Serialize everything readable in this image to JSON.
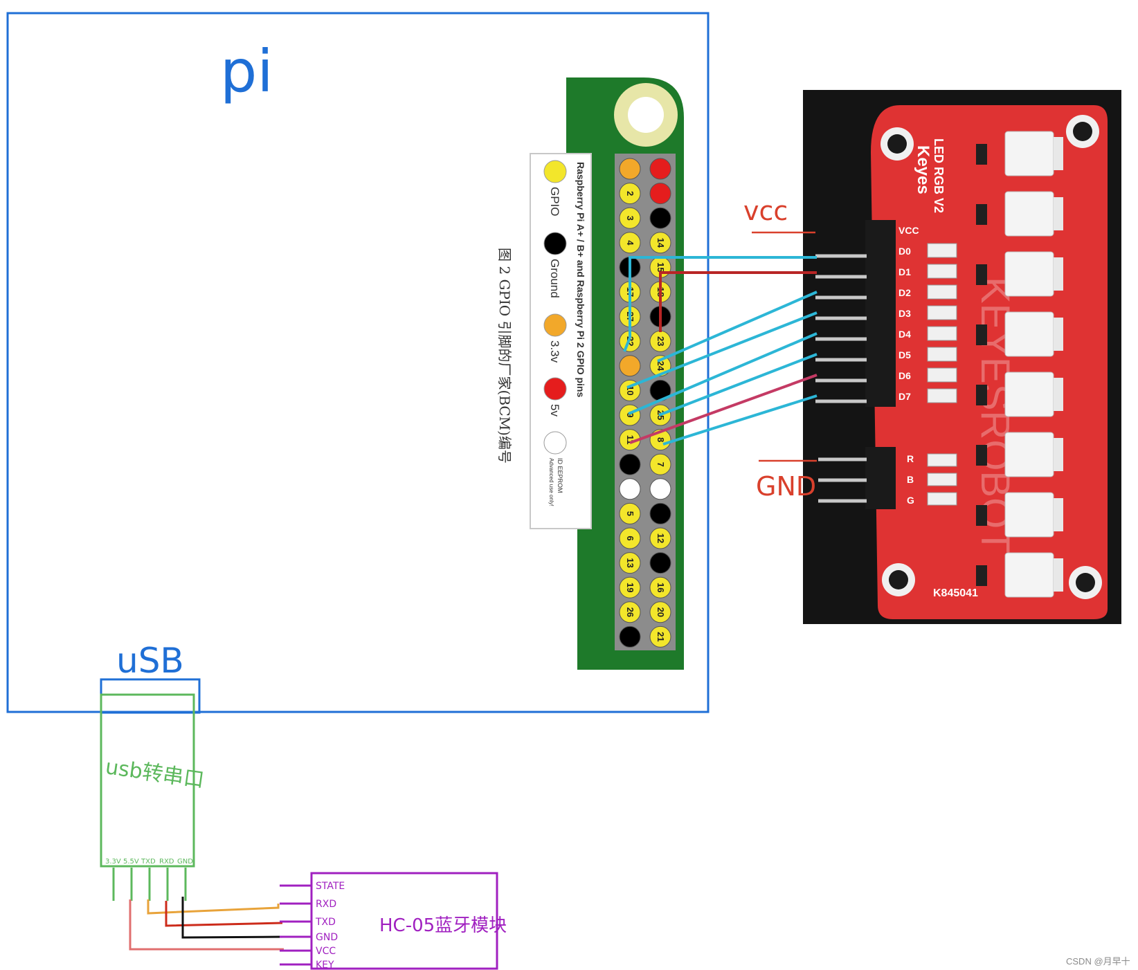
{
  "labels": {
    "pi": "pi",
    "usb": "uSB",
    "vcc": "vcc",
    "gnd": "GND",
    "usb_converter": "usb转串口",
    "bt_module": "HC-05蓝牙模块",
    "watermark": "CSDN @月早十",
    "figure_caption": "图 2 GPIO 引脚的厂家(BCM)编号"
  },
  "gpio_header": {
    "title": "Raspberry Pi A+ / B+ and Raspberry Pi 2 GPIO pins",
    "legend": [
      {
        "label": "GPIO",
        "color": "#f3e62b"
      },
      {
        "label": "Ground",
        "color": "#000000"
      },
      {
        "label": "3.3v",
        "color": "#f2a82a"
      },
      {
        "label": "5v",
        "color": "#e51d1d"
      },
      {
        "label": "ID EEPROM",
        "sub": "Advanced use only!",
        "color": "#ffffff"
      }
    ],
    "inner_column": [
      {
        "t": "",
        "c": "#f2a82a"
      },
      {
        "t": "2",
        "c": "#f3e62b"
      },
      {
        "t": "3",
        "c": "#f3e62b"
      },
      {
        "t": "4",
        "c": "#f3e62b"
      },
      {
        "t": "",
        "c": "#000000"
      },
      {
        "t": "17",
        "c": "#f3e62b"
      },
      {
        "t": "27",
        "c": "#f3e62b"
      },
      {
        "t": "22",
        "c": "#f3e62b"
      },
      {
        "t": "",
        "c": "#f2a82a"
      },
      {
        "t": "10",
        "c": "#f3e62b"
      },
      {
        "t": "9",
        "c": "#f3e62b"
      },
      {
        "t": "11",
        "c": "#f3e62b"
      },
      {
        "t": "",
        "c": "#000000"
      },
      {
        "t": "",
        "c": "#ffffff"
      },
      {
        "t": "5",
        "c": "#f3e62b"
      },
      {
        "t": "6",
        "c": "#f3e62b"
      },
      {
        "t": "13",
        "c": "#f3e62b"
      },
      {
        "t": "19",
        "c": "#f3e62b"
      },
      {
        "t": "26",
        "c": "#f3e62b"
      },
      {
        "t": "",
        "c": "#000000"
      }
    ],
    "outer_column": [
      {
        "t": "",
        "c": "#e51d1d"
      },
      {
        "t": "",
        "c": "#e51d1d"
      },
      {
        "t": "",
        "c": "#000000"
      },
      {
        "t": "14",
        "c": "#f3e62b"
      },
      {
        "t": "15",
        "c": "#f3e62b"
      },
      {
        "t": "18",
        "c": "#f3e62b"
      },
      {
        "t": "",
        "c": "#000000"
      },
      {
        "t": "23",
        "c": "#f3e62b"
      },
      {
        "t": "24",
        "c": "#f3e62b"
      },
      {
        "t": "",
        "c": "#000000"
      },
      {
        "t": "25",
        "c": "#f3e62b"
      },
      {
        "t": "8",
        "c": "#f3e62b"
      },
      {
        "t": "7",
        "c": "#f3e62b"
      },
      {
        "t": "",
        "c": "#ffffff"
      },
      {
        "t": "",
        "c": "#000000"
      },
      {
        "t": "12",
        "c": "#f3e62b"
      },
      {
        "t": "",
        "c": "#000000"
      },
      {
        "t": "16",
        "c": "#f3e62b"
      },
      {
        "t": "20",
        "c": "#f3e62b"
      },
      {
        "t": "21",
        "c": "#f3e62b"
      }
    ]
  },
  "led_module": {
    "title": "LED RGB V2",
    "brand": "Keyes",
    "part": "K845041",
    "watermark_text": "KEYESROBOT",
    "top_pins": [
      "VCC",
      "D0",
      "D1",
      "D2",
      "D3",
      "D4",
      "D5",
      "D6",
      "D7"
    ],
    "bottom_pins": [
      "R",
      "B",
      "G"
    ]
  },
  "usb_serial_pins": [
    "3.3V",
    "5.5V",
    "TXD",
    "RXD",
    "GND"
  ],
  "hc05_pins": [
    "STATE",
    "RXD",
    "TXD",
    "GND",
    "VCC",
    "KEY"
  ],
  "colors": {
    "pi_border": "#1f6fd6",
    "usb_label": "#1f6fd6",
    "converter": "#5cb85c",
    "bt_module": "#a020c0",
    "annotation": "#d9402c",
    "wire_data": "#2cb6d6",
    "wire_power": "#b82525",
    "wire_rgb": "#c43a64",
    "pcb_green": "#1e7a2a",
    "pcb_red": "#df3333"
  }
}
